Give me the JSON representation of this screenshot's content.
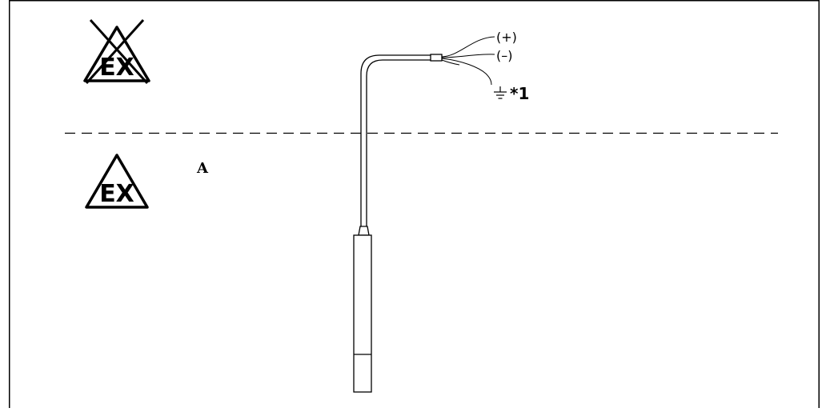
{
  "diagram": {
    "region_label": "A",
    "ex_symbol_text": "EX",
    "wires": {
      "positive_label": "(+)",
      "negative_label": "(–)",
      "ground_footnote": "*1"
    }
  },
  "colors": {
    "line": "#000000",
    "probe_fill": "#ffffff",
    "dashed": "#000000"
  }
}
